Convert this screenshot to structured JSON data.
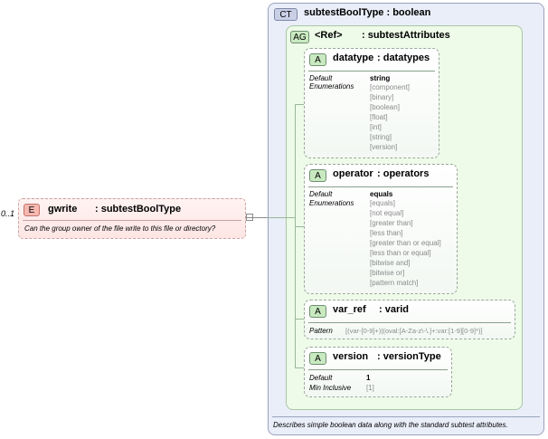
{
  "element": {
    "multiplicity": "0..1",
    "badge": "E",
    "name": "gwrite",
    "type": ": subtestBoolType",
    "doc": "Can the group owner of the file write to this file or directory?"
  },
  "complex_type": {
    "badge": "CT",
    "title": "subtestBoolType : boolean",
    "doc": "Describes simple boolean data along with the standard subtest attributes."
  },
  "attribute_group": {
    "badge": "AG",
    "ref": "<Ref>",
    "name": ": subtestAttributes"
  },
  "attributes": [
    {
      "badge": "A",
      "name": "datatype",
      "type": ": datatypes",
      "rows": [
        {
          "label": "Default",
          "values": [
            "string"
          ]
        },
        {
          "label": "Enumerations",
          "values": [
            "[component]",
            "[binary]",
            "[boolean]",
            "[float]",
            "[int]",
            "[string]",
            "[version]"
          ]
        }
      ]
    },
    {
      "badge": "A",
      "name": "operator",
      "type": ": operators",
      "rows": [
        {
          "label": "Default",
          "values": [
            "equals"
          ]
        },
        {
          "label": "Enumerations",
          "values": [
            "[equals]",
            "[not equal]",
            "[greater than]",
            "[less than]",
            "[greater than or equal]",
            "[less than or equal]",
            "[bitwise and]",
            "[bitwise or]",
            "[pattern match]"
          ]
        }
      ]
    },
    {
      "badge": "A",
      "name": "var_ref",
      "type": ": varid",
      "rows": [
        {
          "label": "Pattern",
          "values": [
            "[(var-[0-9]+)|(oval:[A-Za-z\\-\\.]+:var:[1-9][0-9]*)]"
          ]
        }
      ]
    },
    {
      "badge": "A",
      "name": "version",
      "type": ": versionType",
      "rows": [
        {
          "label": "Default",
          "values": [
            "1"
          ]
        },
        {
          "label": "Min Inclusive",
          "values": [
            "[1]"
          ]
        }
      ]
    }
  ],
  "colors": {
    "element_fill": "#fde9e7",
    "element_badge": "#f6b8b0",
    "ct_fill": "#eaeef9",
    "ag_fill": "#edfbe8",
    "attr_badge": "#c9eac1"
  }
}
